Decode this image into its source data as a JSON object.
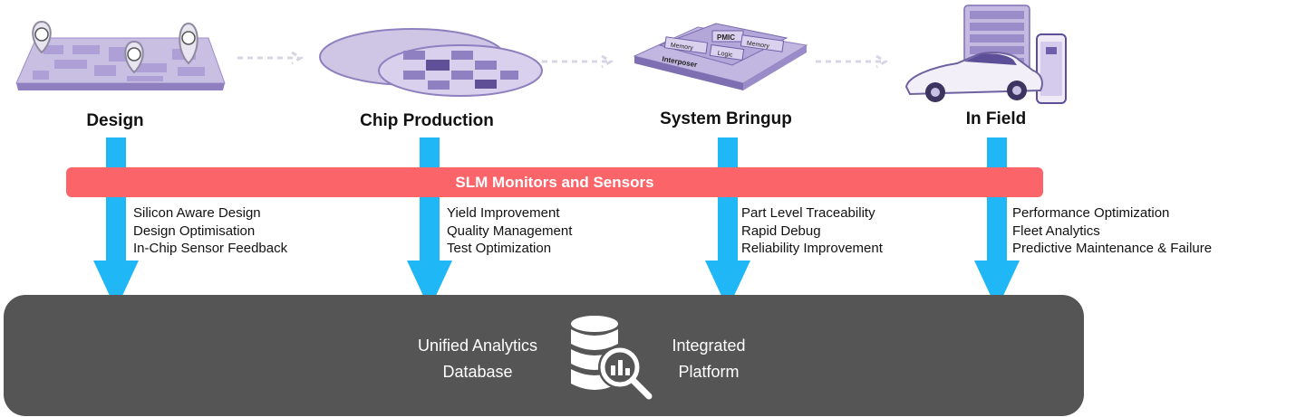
{
  "stages": [
    {
      "title": "Design",
      "benefits": [
        "Silicon Aware Design",
        "Design Optimisation",
        "In-Chip Sensor Feedback"
      ]
    },
    {
      "title": "Chip Production",
      "benefits": [
        "Yield Improvement",
        "Quality Management",
        "Test Optimization"
      ]
    },
    {
      "title": "System Bringup",
      "benefits": [
        "Part Level Traceability",
        "Rapid Debug",
        "Reliability Improvement"
      ]
    },
    {
      "title": "In Field",
      "benefits": [
        "Performance Optimization",
        "Fleet Analytics",
        "Predictive Maintenance & Failure"
      ]
    }
  ],
  "banner": {
    "label": "SLM Monitors and Sensors"
  },
  "platform": {
    "left_line1": "Unified Analytics",
    "left_line2": "Database",
    "right_line1": "Integrated",
    "right_line2": "Platform"
  },
  "chip_labels": {
    "pmic": "PMIC",
    "memory_left": "Memory",
    "memory_right": "Memory",
    "logic": "Logic",
    "interposer": "Interposer"
  },
  "colors": {
    "arrow": "#1fb7f5",
    "banner": "#fb6468",
    "platform": "#555555",
    "illustration": "#b9acd8"
  }
}
